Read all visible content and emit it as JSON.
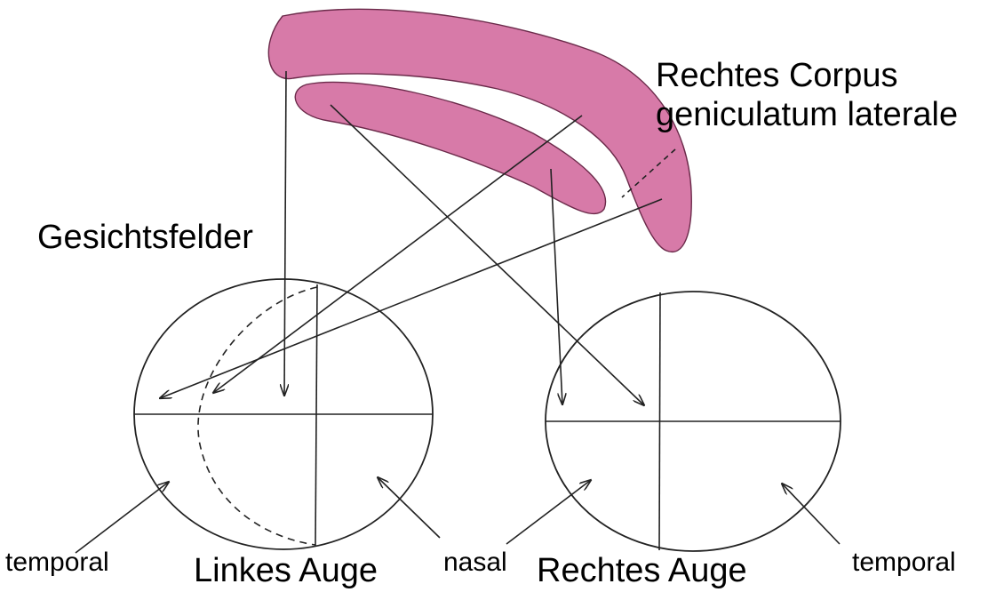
{
  "labels": {
    "structure_line1": "Rechtes Corpus",
    "structure_line2": "geniculatum laterale",
    "visual_fields": "Gesichtsfelder",
    "left_eye": "Linkes Auge",
    "right_eye": "Rechtes Auge",
    "temporal_left": "temporal",
    "nasal": "nasal",
    "temporal_right": "temporal"
  },
  "colors": {
    "nucleus_fill": "#d77aa8",
    "nucleus_stroke": "#6b2a4a",
    "line": "#222222",
    "text": "#000000"
  }
}
